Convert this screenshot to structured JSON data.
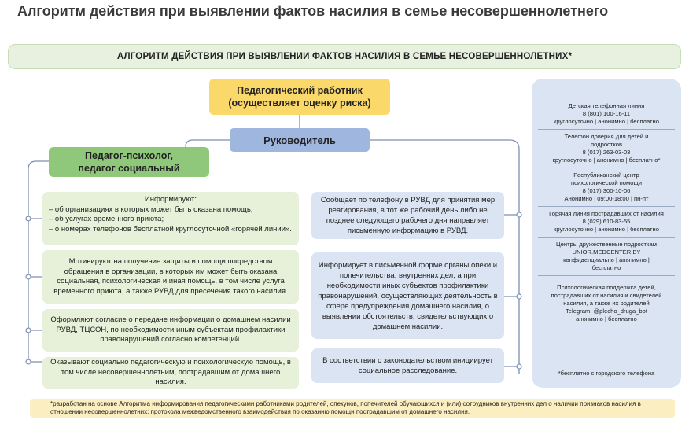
{
  "page_title": "Алгоритм действия при выявлении фактов насилия в семье несовершеннолетнего",
  "banner": "АЛГОРИТМ ДЕЙСТВИЯ ПРИ ВЫЯВЛЕНИИ ФАКТОВ НАСИЛИЯ В СЕМЬЕ НЕСОВЕРШЕННОЛЕТНИХ*",
  "teacher_box": {
    "line1": "Педагогический работник",
    "line2": "(осуществляет оценку риска)"
  },
  "head_box": "Руководитель",
  "psych_box": {
    "line1": "Педагог-психолог,",
    "line2": "педагог социальный"
  },
  "left_boxes": {
    "inform": {
      "title": "Информируют:",
      "items": [
        "– об организациях в которых может быть оказана помощь;",
        "– об услугах временного приюта;",
        "– о номерах телефонов бесплатной круглосуточной «горячей линии»."
      ]
    },
    "motivate": "Мотивируют на получение защиты и помощи посредством обращения в организации, в которых им может быть оказана социальная, психологическая и иная помощь, в том числе услуга временного приюта, а также РУВД для пресечения такого насилия.",
    "consent": "Оформляют согласие о передаче информации о домашнем насилии РУВД, ТЦСОН, по необходимости иным субъектам профилактики правонарушений согласно компетенций.",
    "support": "Оказывают социально педагогическую и психологическую помощь, в том числе несовершеннолетним, пострадавшим от домашнего насилия."
  },
  "mid_boxes": {
    "report": "Сообщает по телефону в РУВД для принятия мер реагирования, в тот же рабочий день либо не позднее следующего рабочего дня направляет письменную информацию в РУВД.",
    "notify": "Информирует в письменной форме органы опеки и попечительства, внутренних дел, а при необходимости иных субъектов профилактики правонарушений, осуществляющих деятельность в сфере предупреждения домашнего насилия, о выявлении обстоятельств, свидетельствующих о домашнем насилии.",
    "initiate": "В соответствии с законодательством инициирует социальное расследование."
  },
  "contacts": [
    {
      "lines": [
        "Детская телефонная линия",
        "8 (801) 100-16-11",
        "круглосуточно | анонимно | бесплатно"
      ]
    },
    {
      "lines": [
        "Телефон доверия для детей и",
        "подростков",
        "8 (017) 263-03-03",
        "круглосуточно | анонимно | бесплатно*"
      ]
    },
    {
      "lines": [
        "Республиканский центр",
        "психологической помощи",
        "8 (017) 300-10-06",
        "Анонимно | 09:00-18:00 | пн-пт"
      ]
    },
    {
      "lines": [
        "Горячая линия пострадавших от насилия",
        "8 (029) 610-83-55",
        "круглосуточно | анонимно | бесплатно"
      ]
    },
    {
      "lines": [
        "Центры дружественные подросткам",
        "UNIOR.MEDCENTER.BY",
        "конфиденциально | анонимно |",
        "бесплатно"
      ]
    },
    {
      "lines": [
        "Психологическая поддержка детей,",
        "пострадавших от насилия и свидетелей",
        "насилия, а также их родителей",
        "Telegram: @plecho_druga_bot",
        "анонимно | бесплатно"
      ]
    }
  ],
  "right_footnote": "*бесплатно с городского телефона",
  "bottom_note": "*разработан на основе Алгоритма информирования педагогическими работниками родителей, опекунов, попечителей обучающихся и (или) сотрудников внутренних дел о наличии признаков насилия в отношении несовершеннолетних; протокола межведомственного взаимодействия по оказанию помощи пострадавшим от домашнего насилия."
}
